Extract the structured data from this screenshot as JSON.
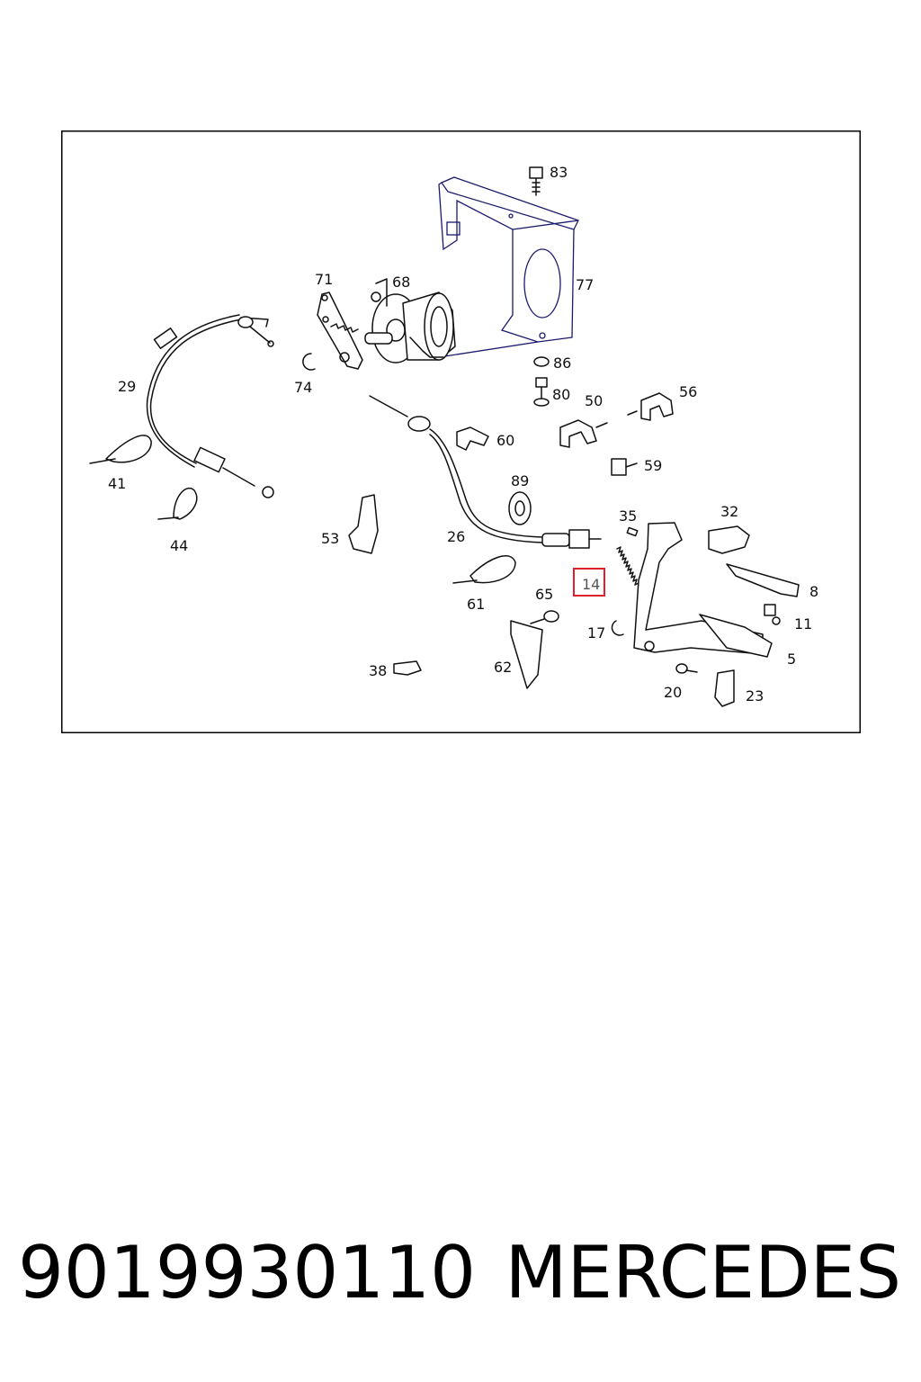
{
  "diagram": {
    "highlighted_part": "14",
    "colors": {
      "highlight": "#e0202a",
      "frame": "#000000",
      "line": "#111111"
    },
    "labels": {
      "p83": "83",
      "p77": "77",
      "p71": "71",
      "p68": "68",
      "p74": "74",
      "p29": "29",
      "p86": "86",
      "p80": "80",
      "p50": "50",
      "p56": "56",
      "p60": "60",
      "p41": "41",
      "p59": "59",
      "p89": "89",
      "p44": "44",
      "p35": "35",
      "p32": "32",
      "p53": "53",
      "p26": "26",
      "p14": "14",
      "p8": "8",
      "p61": "61",
      "p65": "65",
      "p11": "11",
      "p17": "17",
      "p5": "5",
      "p62": "62",
      "p38": "38",
      "p20": "20",
      "p23": "23"
    }
  },
  "caption": {
    "part_number": "9019930110",
    "brand": "MERCEDES"
  }
}
